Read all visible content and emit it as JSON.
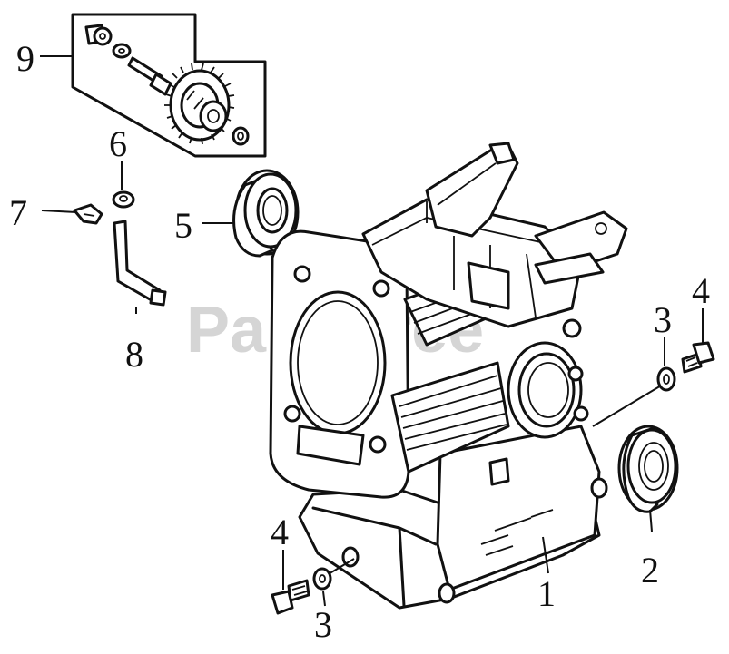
{
  "watermark": "PartsTree",
  "colors": {
    "ink": "#111111",
    "background": "#ffffff",
    "watermark": "#c8c8c8"
  },
  "callouts": {
    "crankcase": "1",
    "oil_seal": "2",
    "washer_bottom": "3",
    "washer_right": "3",
    "bolt_bottom": "4",
    "bolt_right": "4",
    "bearing": "5",
    "grommet": "6",
    "clip": "7",
    "breather_tube": "8",
    "governor_assembly": "9"
  }
}
